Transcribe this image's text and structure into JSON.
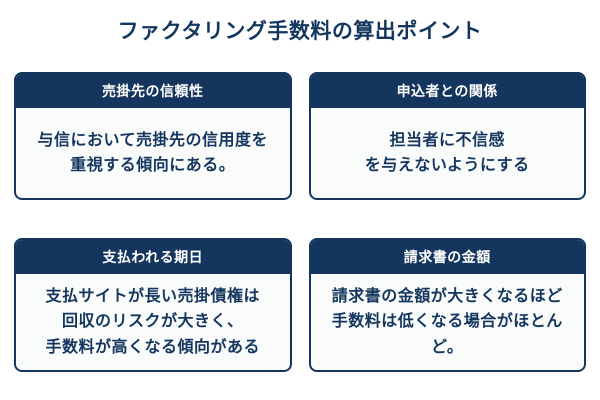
{
  "title": "ファクタリング手数料の算出ポイント",
  "colors": {
    "navy": "#14365e",
    "header_text": "#ffffff",
    "card_body_bg": "#fafbfb",
    "page_bg": "#ffffff"
  },
  "cards": [
    {
      "header": "売掛先の信頼性",
      "lines": [
        "与信において売掛先の信用度を",
        "重視する傾向にある。"
      ]
    },
    {
      "header": "申込者との関係",
      "lines": [
        "担当者に不信感",
        "を与えないようにする"
      ]
    },
    {
      "header": "支払われる期日",
      "lines": [
        "支払サイトが長い売掛債権は",
        "回収のリスクが大きく、",
        "手数料が高くなる傾向がある"
      ]
    },
    {
      "header": "請求書の金額",
      "lines": [
        "請求書の金額が大きくなるほど",
        "手数料は低くなる場合がほとん",
        "ど。"
      ]
    }
  ]
}
